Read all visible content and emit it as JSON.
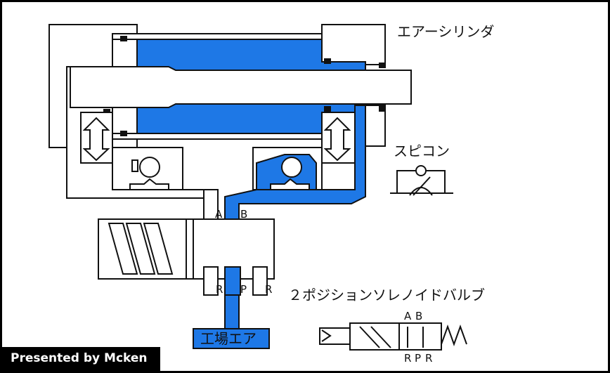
{
  "labels": {
    "air_cylinder": "エアーシリンダ",
    "speed_controller": "スピコン",
    "solenoid_valve": "２ポジションソレノイドバルブ",
    "factory_air": "工場エア",
    "credit": "Presented by Mcken"
  },
  "ports": {
    "main_a": "A",
    "main_b": "B",
    "main_r1": "R",
    "main_p": "P",
    "main_r2": "R",
    "symbol_a": "A",
    "symbol_b": "B",
    "symbol_r1": "R",
    "symbol_p": "P",
    "symbol_r2": "R"
  },
  "colors": {
    "pressurized_air": "#1e78e6",
    "outline": "#111111",
    "background": "#ffffff"
  }
}
